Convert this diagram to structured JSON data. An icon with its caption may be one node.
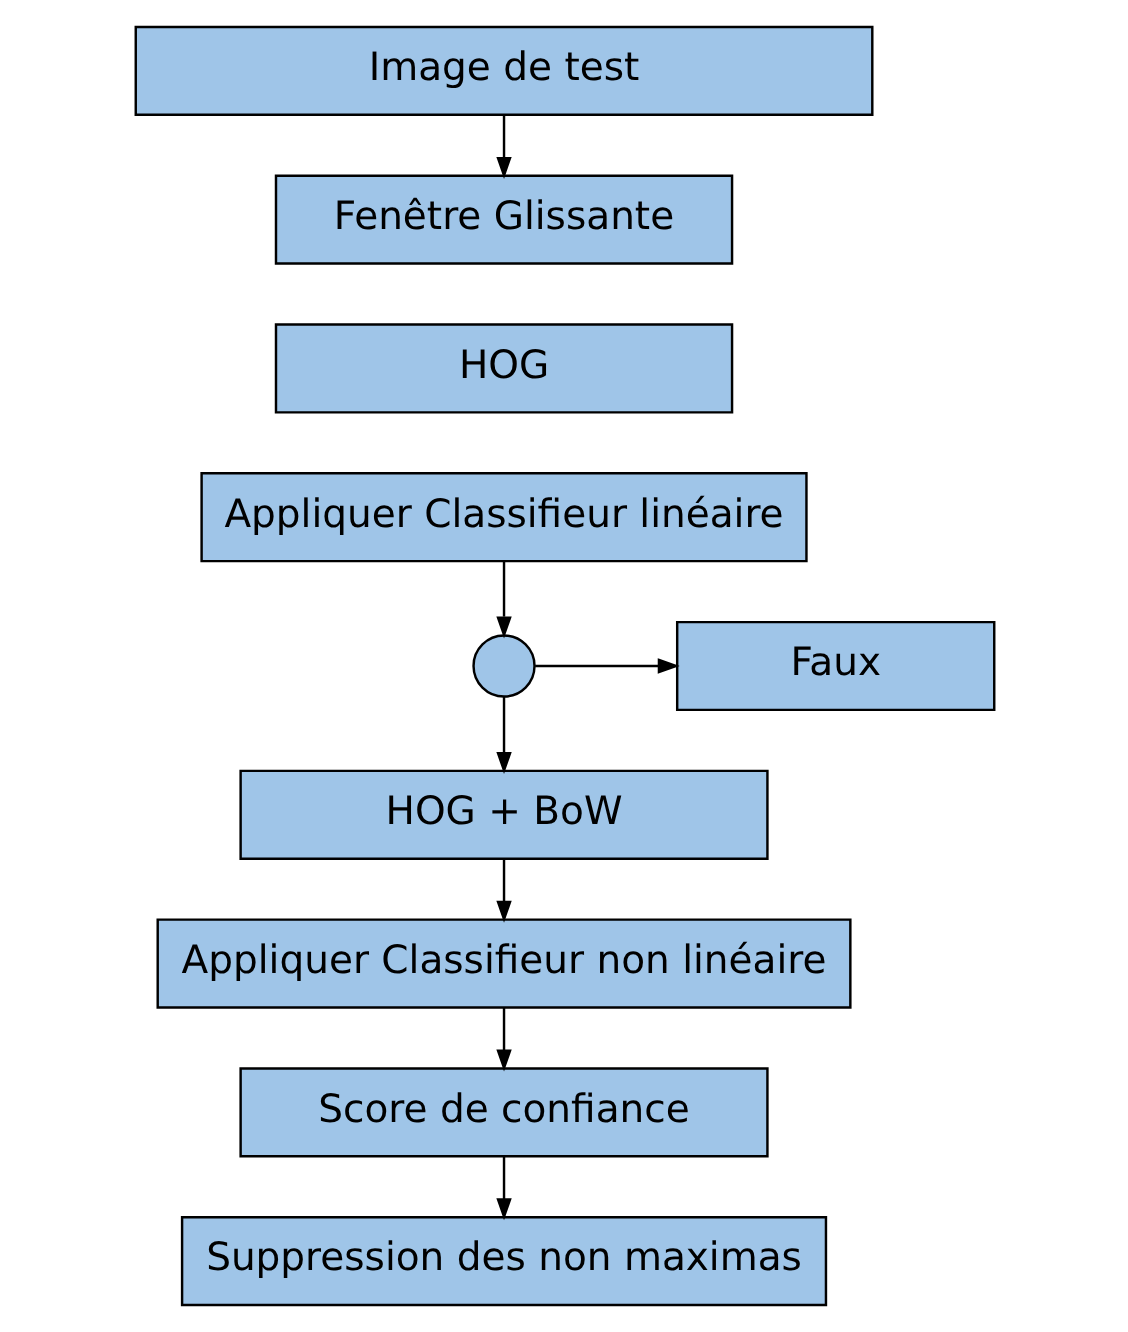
{
  "diagram": {
    "nodes": [
      {
        "text": [
          "Image de test"
        ]
      },
      {
        "text": [
          "Fenêtre Glissante"
        ]
      },
      {
        "text": [
          "HOG"
        ]
      },
      {
        "text": [
          "Appliquer Classifieur linéaire"
        ]
      },
      {
        "text": [],
        "shape": "circle"
      },
      {
        "text": [
          "Faux"
        ]
      },
      {
        "text": [
          "HOG + BoW"
        ]
      },
      {
        "text": [
          "Appliquer Classifieur non linéaire"
        ]
      },
      {
        "text": [
          "Score de confiance"
        ]
      },
      {
        "text": [
          "Suppression des non maximas"
        ]
      }
    ],
    "edges": [
      {
        "from": 0,
        "to": 1,
        "arrow": "to"
      },
      {
        "from": 3,
        "to": 4,
        "arrow": "to"
      },
      {
        "from": 4,
        "to": 5,
        "arrow": "to"
      },
      {
        "from": 4,
        "to": 6,
        "arrow": "to"
      },
      {
        "from": 6,
        "to": 7,
        "arrow": "to"
      },
      {
        "from": 7,
        "to": 8,
        "arrow": "to"
      },
      {
        "from": 8,
        "to": 9,
        "arrow": "to"
      }
    ]
  }
}
